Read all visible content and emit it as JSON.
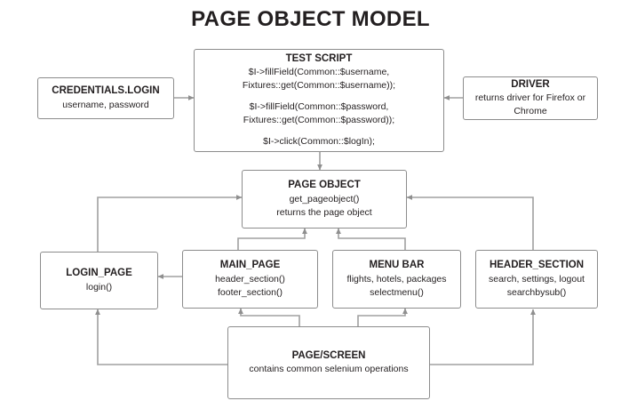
{
  "title": "PAGE OBJECT MODEL",
  "colors": {
    "background": "#ffffff",
    "text": "#231f20",
    "box_border": "#8c8c8c",
    "connector": "#9a9a9a"
  },
  "nodes": {
    "credentials": {
      "title": "CREDENTIALS.LOGIN",
      "lines": [
        "username, password"
      ]
    },
    "test_script": {
      "title": "TEST SCRIPT",
      "lines": [
        "$I->fillField(Common::$username,",
        "Fixtures::get(Common::$username));",
        "",
        "$I->fillField(Common::$password,",
        "Fixtures::get(Common::$password));",
        "",
        "$I->click(Common::$logIn);"
      ]
    },
    "driver": {
      "title": "DRIVER",
      "lines": [
        "returns driver for Firefox or",
        "Chrome"
      ]
    },
    "page_object": {
      "title": "PAGE OBJECT",
      "lines": [
        "get_pageobject()",
        "returns the page object"
      ]
    },
    "login_page": {
      "title": "LOGIN_PAGE",
      "lines": [
        "login()"
      ]
    },
    "main_page": {
      "title": "MAIN_PAGE",
      "lines": [
        "header_section()",
        "footer_section()"
      ]
    },
    "menu_bar": {
      "title": "MENU BAR",
      "lines": [
        "flights, hotels, packages",
        "selectmenu()"
      ]
    },
    "header_section": {
      "title": "HEADER_SECTION",
      "lines": [
        "search, settings, logout",
        "searchbysub()"
      ]
    },
    "page_screen": {
      "title": "PAGE/SCREEN",
      "lines": [
        "contains common selenium operations"
      ]
    }
  },
  "connectors": [
    {
      "name": "credentials-to-test-script",
      "from": "credentials",
      "to": "test_script",
      "direction": "right"
    },
    {
      "name": "driver-to-test-script",
      "from": "driver",
      "to": "test_script",
      "direction": "left"
    },
    {
      "name": "test-script-to-page-object",
      "from": "test_script",
      "to": "page_object",
      "direction": "down"
    },
    {
      "name": "login-page-to-page-object",
      "from": "login_page",
      "to": "page_object",
      "direction": "up-right"
    },
    {
      "name": "main-page-to-page-object",
      "from": "main_page",
      "to": "page_object",
      "direction": "up"
    },
    {
      "name": "menu-bar-to-page-object",
      "from": "menu_bar",
      "to": "page_object",
      "direction": "up"
    },
    {
      "name": "header-section-to-page-object",
      "from": "header_section",
      "to": "page_object",
      "direction": "up-left"
    },
    {
      "name": "main-page-to-login-page",
      "from": "main_page",
      "to": "login_page",
      "direction": "left"
    },
    {
      "name": "page-screen-to-login-page",
      "from": "page_screen",
      "to": "login_page",
      "direction": "left-up"
    },
    {
      "name": "page-screen-to-main-page",
      "from": "page_screen",
      "to": "main_page",
      "direction": "up"
    },
    {
      "name": "page-screen-to-menu-bar",
      "from": "page_screen",
      "to": "menu_bar",
      "direction": "up"
    },
    {
      "name": "page-screen-to-header-section",
      "from": "page_screen",
      "to": "header_section",
      "direction": "right-up"
    }
  ]
}
